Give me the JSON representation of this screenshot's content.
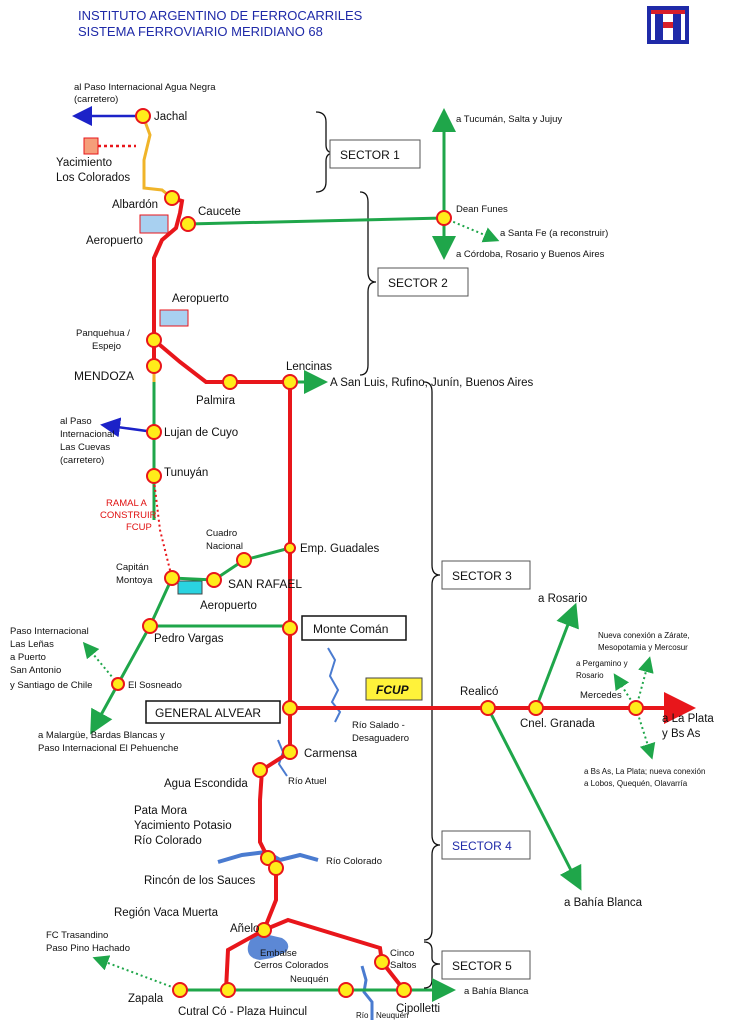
{
  "header": {
    "line1": "INSTITUTO ARGENTINO DE FERROCARRILES",
    "line2": "SISTEMA FERROVIARIO MERIDIANO 68"
  },
  "colors": {
    "red_line": "#e8161b",
    "green_line": "#1fa64a",
    "yellow_line": "#f0b429",
    "blue_arrow": "#1c22c8",
    "station_fill": "#ffec1a",
    "station_stroke": "#e8161b",
    "river": "#4a7bd0",
    "airport": "#a8d0f0",
    "logo_blue": "#1f2aa8",
    "logo_red": "#d81e2a"
  },
  "sectors": {
    "s1": "SECTOR 1",
    "s2": "SECTOR 2",
    "s3": "SECTOR 3",
    "s4": "SECTOR 4",
    "s5": "SECTOR 5"
  },
  "labels": {
    "paso_agua_negra_1": "al Paso Internacional Agua Negra",
    "paso_agua_negra_2": "(carretero)",
    "jachal": "Jachal",
    "yac_colorados_1": "Yacimiento",
    "yac_colorados_2": "Los Colorados",
    "albardon": "Albardón",
    "caucete": "Caucete",
    "aeropuerto_sj": "Aeropuerto",
    "aeropuerto_mza": "Aeropuerto",
    "panquehua_1": "Panquehua /",
    "panquehua_2": "Espejo",
    "mendoza": "MENDOZA",
    "palmira": "Palmira",
    "lencinas": "Lencinas",
    "a_san_luis": "A San Luis, Rufino, Junín, Buenos Aires",
    "paso_cuevas_1": "al Paso",
    "paso_cuevas_2": "Internacional",
    "paso_cuevas_3": "Las Cuevas",
    "paso_cuevas_4": "(carretero)",
    "lujan": "Lujan de Cuyo",
    "tunuyan": "Tunuyán",
    "ramal_1": "RAMAL A",
    "ramal_2": "CONSTRUIR",
    "ramal_3": "FCUP",
    "cuadro_1": "Cuadro",
    "cuadro_2": "Nacional",
    "emp_guadales": "Emp. Guadales",
    "capitan_1": "Capitán",
    "capitan_2": "Montoya",
    "san_rafael": "SAN RAFAEL",
    "aeropuerto_sr": "Aeropuerto",
    "paso_lenas_1": "Paso Internacional",
    "paso_lenas_2": "Las Leñas",
    "paso_lenas_3": "a Puerto",
    "paso_lenas_4": "San Antonio",
    "paso_lenas_5": "y Santiago de Chile",
    "pedro_vargas": "Pedro Vargas",
    "monte_coman": "Monte Comán",
    "el_sosneado": "El Sosneado",
    "malargue_1": "a Malargüe, Bardas Blancas y",
    "malargue_2": "Paso Internacional El Pehuenche",
    "general_alvear": "GENERAL ALVEAR",
    "fcup": "FCUP",
    "rio_salado_1": "Río Salado -",
    "rio_salado_2": "Desaguadero",
    "carmensa": "Carmensa",
    "agua_escondida": "Agua Escondida",
    "rio_atuel": "Río Atuel",
    "pata_mora_1": "Pata Mora",
    "pata_mora_2": "Yacimiento Potasio",
    "rio_colorado_st": "Río Colorado",
    "rio_colorado_river": "Río Colorado",
    "rincon": "Rincón de los Sauces",
    "vaca_muerta": "Región Vaca Muerta",
    "anelo": "Añelo",
    "fc_trasandino_1": "FC Trasandino",
    "fc_trasandino_2": "Paso Pino Hachado",
    "embalse_1": "Embalse",
    "embalse_2": "Cerros Colorados",
    "cinco_1": "Cinco",
    "cinco_2": "Saltos",
    "zapala": "Zapala",
    "cutral_co": "Cutral Có - Plaza Huincul",
    "neuquen": "Neuquén",
    "cipolletti": "Cipolletti",
    "a_bahia_blanca_s": "a Bahía Blanca",
    "rio_small": "Río",
    "neuquen_small": "Neuquén",
    "tucuman": "a Tucumán, Salta y Jujuy",
    "dean_funes": "Dean Funes",
    "santa_fe": "a Santa Fe (a reconstruir)",
    "cordoba": "a Córdoba, Rosario y Buenos Aires",
    "a_rosario": "a Rosario",
    "realico": "Realicó",
    "cnel_granada": "Cnel. Granada",
    "nueva_1": "Nueva conexión a Zárate,",
    "nueva_2": "Mesopotamia y Mercosur",
    "pergamino_1": "a Pergamino y",
    "pergamino_2": "Rosario",
    "mercedes": "Mercedes",
    "la_plata_1": "a La Plata",
    "la_plata_2": "y Bs As",
    "bsas_1": "a Bs As, La Plata; nueva conexión",
    "bsas_2": "a Lobos, Quequén, Olavarría",
    "bahia_blanca": "a Bahía Blanca"
  }
}
